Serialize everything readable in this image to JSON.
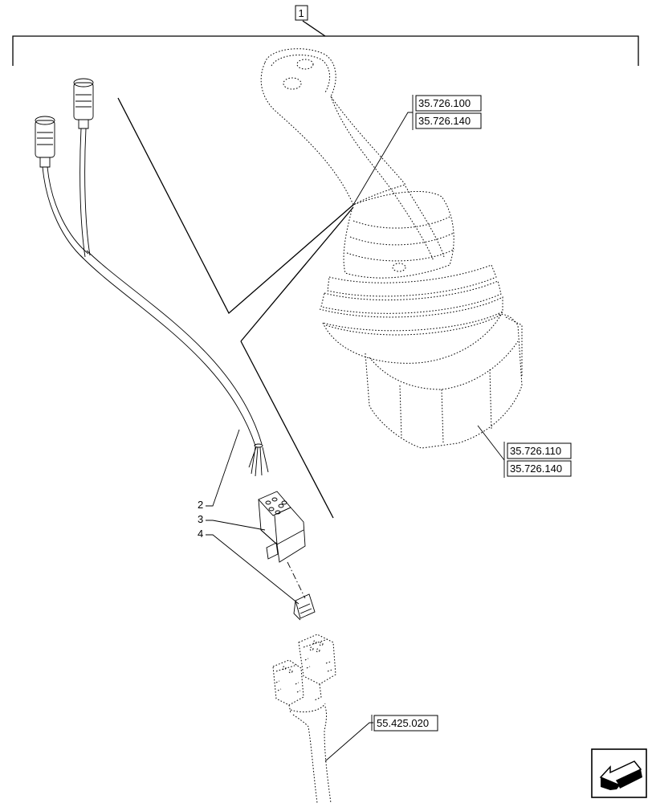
{
  "assembly_item": "1",
  "callouts": [
    "2",
    "3",
    "4"
  ],
  "references": {
    "joystick_handle_a": "35.726.100",
    "joystick_handle_b": "35.726.140",
    "joystick_base_a": "35.726.110",
    "joystick_base_b": "35.726.140",
    "harness": "55.425.020"
  },
  "icons": {
    "nav": "previous-page-arrow-icon"
  }
}
